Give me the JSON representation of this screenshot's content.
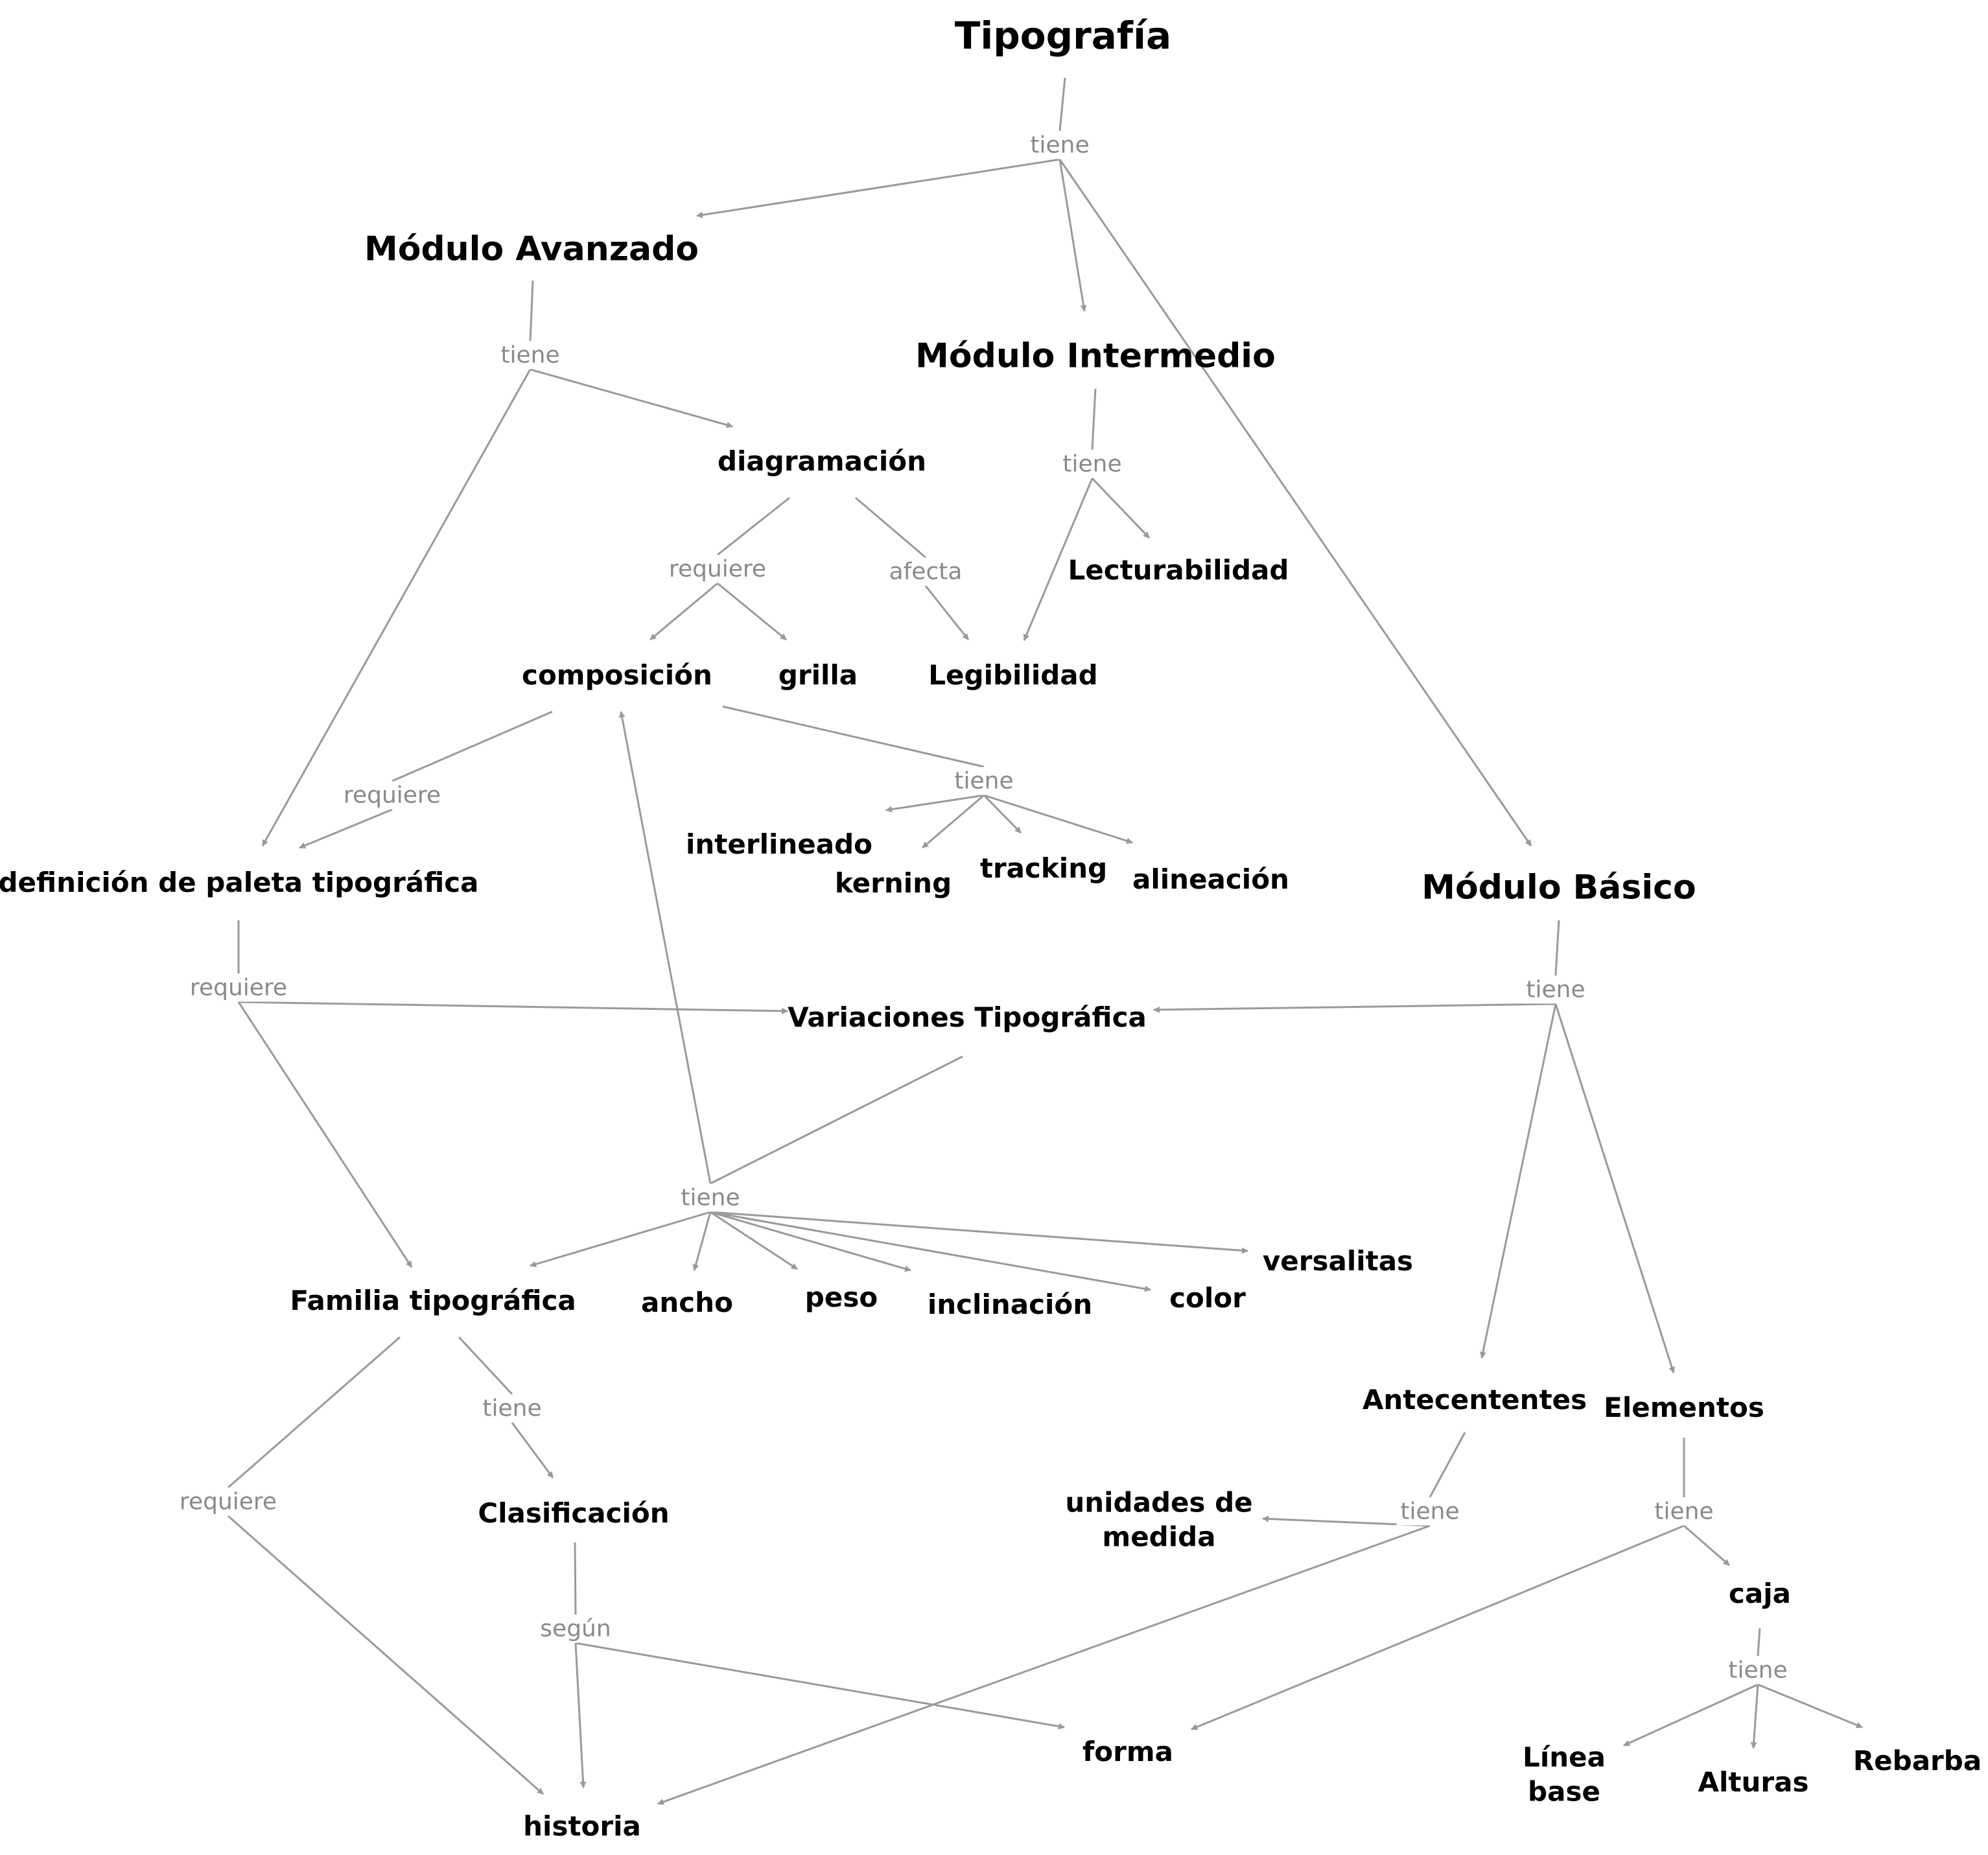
{
  "colors": {
    "edge": "#9a9a9a",
    "link_text": "#8a8a8a",
    "node_text": "#000000",
    "background": "#ffffff"
  },
  "nodes": [
    {
      "id": "tipografia",
      "label": "Tipografía",
      "size": "root"
    },
    {
      "id": "mod_avanzado",
      "label": "Módulo Avanzado",
      "size": "big"
    },
    {
      "id": "mod_intermedio",
      "label": "Módulo Intermedio",
      "size": "big"
    },
    {
      "id": "mod_basico",
      "label": "Módulo Básico",
      "size": "big"
    },
    {
      "id": "diagramacion",
      "label": "diagramación"
    },
    {
      "id": "lecturabilidad",
      "label": "Lecturabilidad"
    },
    {
      "id": "composicion",
      "label": "composición"
    },
    {
      "id": "grilla",
      "label": "grilla"
    },
    {
      "id": "legibilidad",
      "label": "Legibilidad"
    },
    {
      "id": "interlineado",
      "label": "interlineado"
    },
    {
      "id": "kerning",
      "label": "kerning"
    },
    {
      "id": "tracking",
      "label": "tracking"
    },
    {
      "id": "alineacion",
      "label": "alineación"
    },
    {
      "id": "definicion_paleta",
      "label": "definición de paleta tipográfica"
    },
    {
      "id": "variaciones",
      "label": "Variaciones Tipográfica"
    },
    {
      "id": "familia",
      "label": "Familia tipográfica"
    },
    {
      "id": "ancho",
      "label": "ancho"
    },
    {
      "id": "peso",
      "label": "peso"
    },
    {
      "id": "inclinacion",
      "label": "inclinación"
    },
    {
      "id": "color",
      "label": "color"
    },
    {
      "id": "versalitas",
      "label": "versalitas"
    },
    {
      "id": "antecedentes",
      "label": "Antecentente"
    },
    {
      "id": "elementos",
      "label": "Elementos"
    },
    {
      "id": "clasificacion",
      "label": "Clasificación"
    },
    {
      "id": "unidades",
      "label": "unidades de\nmedida"
    },
    {
      "id": "caja",
      "label": "caja"
    },
    {
      "id": "forma",
      "label": "forma"
    },
    {
      "id": "historia",
      "label": "historia"
    },
    {
      "id": "linea_base",
      "label": "Línea\nbase"
    },
    {
      "id": "alturas",
      "label": "Alturas"
    },
    {
      "id": "rebarba",
      "label": "Rebarba"
    }
  ],
  "links": [
    {
      "id": "l1",
      "label": "tiene",
      "from": "tipografia",
      "to": [
        "mod_avanzado",
        "mod_intermedio",
        "mod_basico"
      ]
    },
    {
      "id": "l2",
      "label": "tiene",
      "from": "mod_avanzado",
      "to": [
        "diagramacion",
        "definicion_paleta"
      ]
    },
    {
      "id": "l3",
      "label": "tiene",
      "from": "mod_intermedio",
      "to": [
        "lecturabilidad",
        "legibilidad"
      ]
    },
    {
      "id": "l4",
      "label": "requiere",
      "from": "diagramacion",
      "to": [
        "composicion",
        "grilla"
      ]
    },
    {
      "id": "l5",
      "label": "afecta",
      "from": "diagramacion",
      "to": [
        "legibilidad"
      ]
    },
    {
      "id": "l6",
      "label": "tiene",
      "from": "composicion",
      "to": [
        "interlineado",
        "kerning",
        "tracking",
        "alineacion"
      ]
    },
    {
      "id": "l7",
      "label": "requiere",
      "from": "composicion",
      "to": [
        "definicion_paleta"
      ]
    },
    {
      "id": "l8",
      "label": "requiere",
      "from": "definicion_paleta",
      "to": [
        "variaciones",
        "familia"
      ]
    },
    {
      "id": "l9",
      "label": "tiene",
      "from": "mod_basico",
      "to": [
        "variaciones",
        "antecedentes",
        "elementos"
      ]
    },
    {
      "id": "l10",
      "label": "tiene",
      "from": "variaciones",
      "to": [
        "composicion",
        "familia",
        "ancho",
        "peso",
        "inclinacion",
        "color",
        "versalitas"
      ]
    },
    {
      "id": "l11",
      "label": "tiene",
      "from": "familia",
      "to": [
        "clasificacion"
      ]
    },
    {
      "id": "l12",
      "label": "requiere",
      "from": "familia",
      "to": [
        "historia"
      ]
    },
    {
      "id": "l13",
      "label": "según",
      "from": "clasificacion",
      "to": [
        "historia",
        "forma"
      ]
    },
    {
      "id": "l14",
      "label": "tiene",
      "from": "antecedentes",
      "to": [
        "unidades",
        "historia"
      ]
    },
    {
      "id": "l15",
      "label": "tiene",
      "from": "elementos",
      "to": [
        "caja",
        "forma"
      ]
    },
    {
      "id": "l16",
      "label": "tiene",
      "from": "caja",
      "to": [
        "linea_base",
        "alturas",
        "rebarba"
      ]
    }
  ]
}
